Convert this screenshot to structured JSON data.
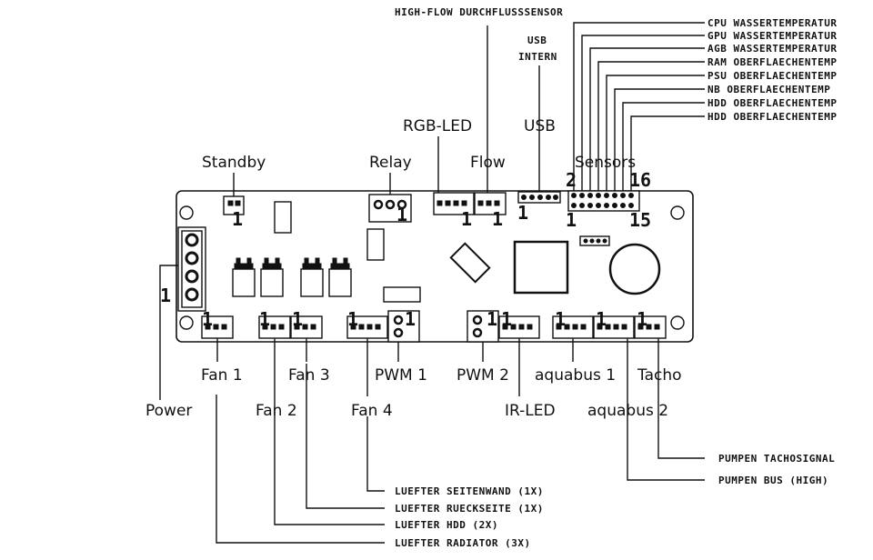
{
  "connectors": {
    "standby": "Standby",
    "relay": "Relay",
    "rgb_led": "RGB-LED",
    "flow": "Flow",
    "usb": "USB",
    "sensors": "Sensors",
    "power": "Power",
    "fan1": "Fan 1",
    "fan2": "Fan 2",
    "fan3": "Fan 3",
    "fan4": "Fan 4",
    "pwm1": "PWM 1",
    "pwm2": "PWM 2",
    "ir_led": "IR-LED",
    "aquabus1": "aquabus 1",
    "aquabus2": "aquabus 2",
    "tacho": "Tacho"
  },
  "pins": {
    "one": "1",
    "two": "2",
    "sixteen": "16",
    "fifteen": "15"
  },
  "notes": {
    "highflow": "HIGH-FLOW DURCHFLUSSSENSOR",
    "usb_line1": "USB",
    "usb_line2": "INTERN",
    "sensor_list": [
      "CPU WASSERTEMPERATUR",
      "GPU WASSERTEMPERATUR",
      "AGB WASSERTEMPERATUR",
      "RAM OBERFLAECHENTEMP",
      "PSU OBERFLAECHENTEMP",
      "NB OBERFLAECHENTEMP",
      "HDD OBERFLAECHENTEMP",
      "HDD OBERFLAECHENTEMP"
    ],
    "pumpen_tacho": "PUMPEN TACHOSIGNAL",
    "pumpen_bus": "PUMPEN BUS (HIGH)",
    "luefter_seite": "LUEFTER SEITENWAND (1X)",
    "luefter_rueck": "LUEFTER RUECKSEITE (1X)",
    "luefter_hdd": "LUEFTER HDD (2X)",
    "luefter_radiator": "LUEFTER RADIATOR (3X)"
  }
}
